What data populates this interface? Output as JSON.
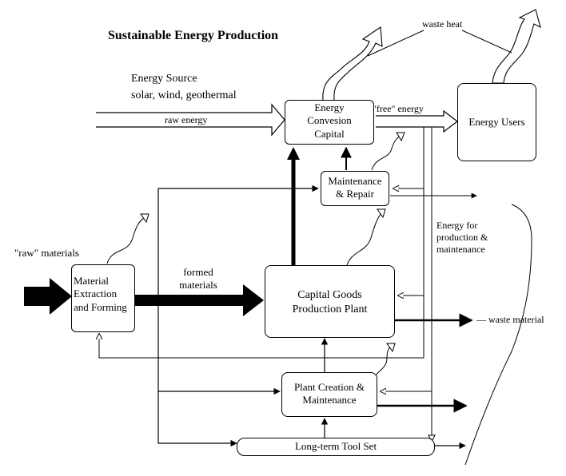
{
  "title": "Sustainable Energy Production",
  "labels": {
    "energy_source": "Energy Source",
    "energy_source_types": "solar, wind, geothermal",
    "raw_energy": "raw energy",
    "free_energy": "\"free\" energy",
    "waste_heat": "waste heat",
    "raw_materials": "\"raw\" materials",
    "formed_materials_1": "formed",
    "formed_materials_2": "materials",
    "energy_for_1": "Energy for",
    "energy_for_2": "production &",
    "energy_for_3": "maintenance",
    "waste_material": "— waste material"
  },
  "boxes": {
    "energy_conversion": [
      "Energy",
      "Convesion",
      "Capital"
    ],
    "energy_users": [
      "Energy Users"
    ],
    "maintenance_repair": [
      "Maintenance",
      "& Repair"
    ],
    "material_extraction": [
      "Material",
      "Extraction",
      "and Forming"
    ],
    "capital_goods": [
      "Capital Goods",
      "Production Plant"
    ],
    "plant_creation": [
      "Plant Creation &",
      "Maintenance"
    ],
    "tool_set": [
      "Long-term Tool Set"
    ]
  }
}
